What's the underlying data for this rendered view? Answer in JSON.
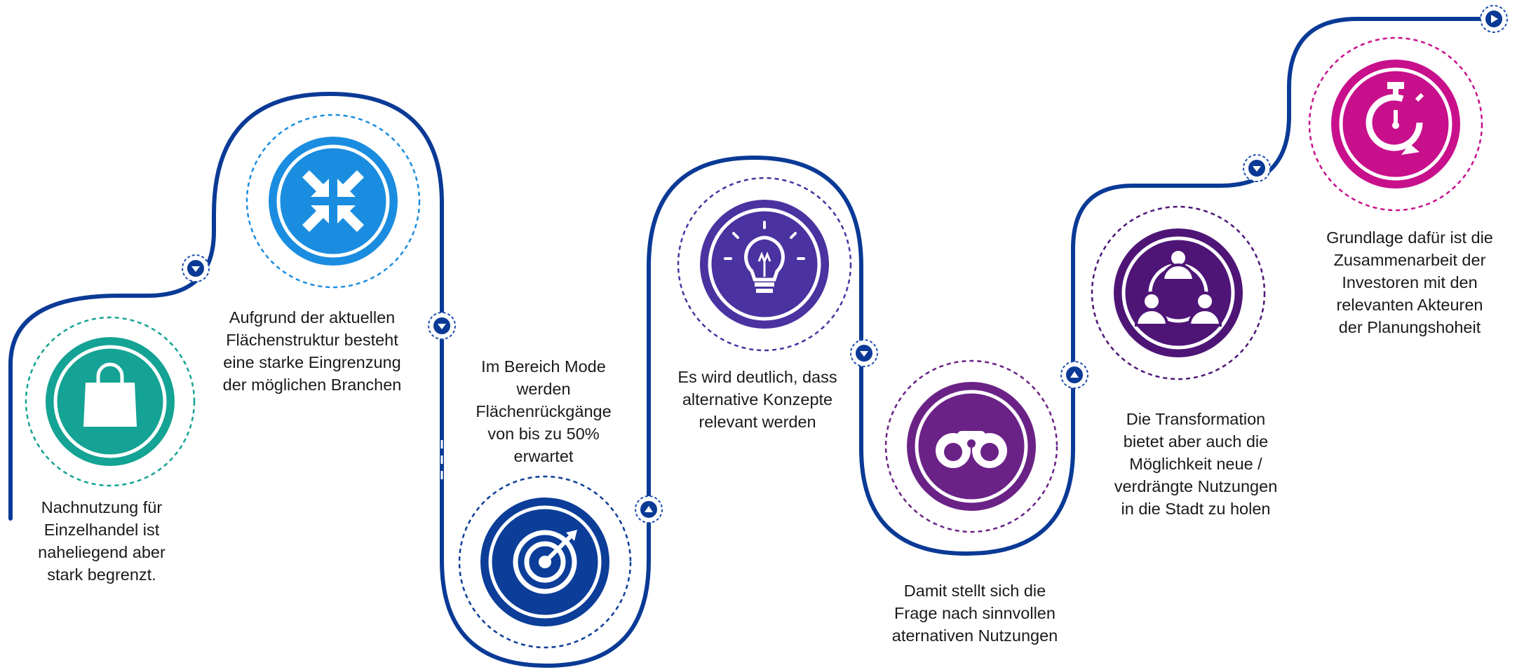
{
  "colors": {
    "path": "#0a3a96",
    "marker_ring": "#1f4fb0",
    "step1": "#14a394",
    "step2": "#1a8de0",
    "step3": "#0b3d99",
    "step4": "#4a32a0",
    "step5": "#6b2287",
    "step6": "#4e1577",
    "step7": "#c8108c"
  },
  "steps": [
    {
      "icon": "shopping-bag-icon",
      "text": "Nachnutzung für\nEinzelhandel ist\nnaheliegend aber\nstark begrenzt."
    },
    {
      "icon": "compress-arrows-icon",
      "text": "Aufgrund der aktuellen\nFlächenstruktur besteht\neine starke Eingrenzung\nder möglichen Branchen"
    },
    {
      "icon": "target-icon",
      "text": "Im Bereich Mode\nwerden\nFlächenrückgänge\nvon bis zu 50%\nerwartet"
    },
    {
      "icon": "lightbulb-icon",
      "text": "Es wird deutlich, dass\nalternative Konzepte\nrelevant werden"
    },
    {
      "icon": "binoculars-icon",
      "text": "Damit stellt sich die\nFrage nach sinnvollen\naternativen Nutzungen"
    },
    {
      "icon": "people-network-icon",
      "text": "Die Transformation\nbietet aber auch die\nMöglichkeit neue /\nverdrängte Nutzungen\nin die Stadt zu holen"
    },
    {
      "icon": "stopwatch-icon",
      "text": "Grundlage dafür ist die\nZusammenarbeit der\nInvestoren mit den\nrelevanten Akteuren\nder Planungshoheit"
    }
  ]
}
